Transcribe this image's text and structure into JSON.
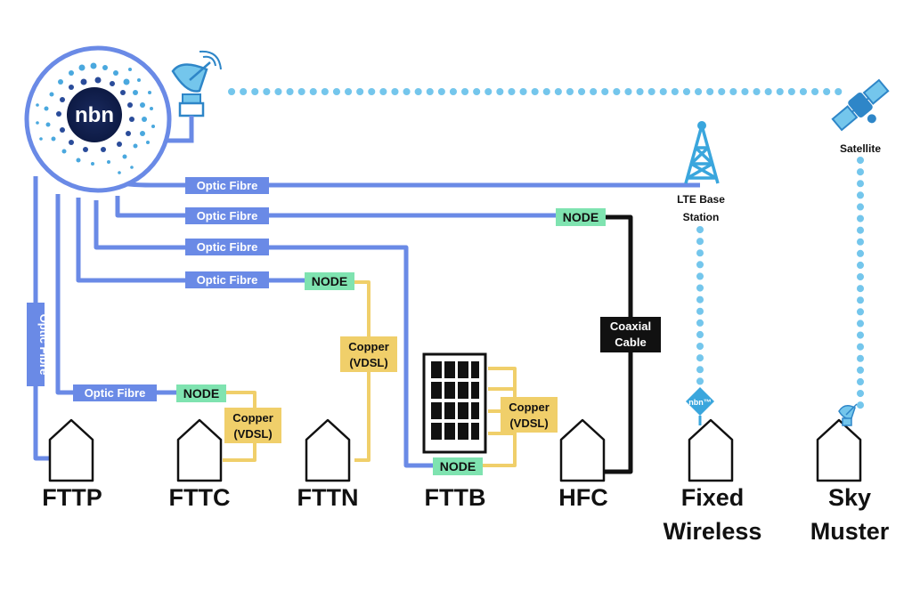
{
  "logo": {
    "text": "nbn"
  },
  "labels": {
    "optic_fibre": "Optic Fibre",
    "node": "NODE",
    "copper_line1": "Copper",
    "copper_line2": "(VDSL)",
    "coax_line1": "Coaxial",
    "coax_line2": "Cable",
    "lte_line1": "LTE Base",
    "lte_line2": "Station",
    "satellite": "Satellite",
    "nbn_tm": "nbn™"
  },
  "categories": {
    "fttp": "FTTP",
    "fttc": "FTTC",
    "fttn": "FTTN",
    "fttb": "FTTB",
    "hfc": "HFC",
    "fixed_wireless": [
      "Fixed",
      "Wireless"
    ],
    "sky_muster": [
      "Sky",
      "Muster"
    ]
  },
  "colors": {
    "fibre": "#6a8ae6",
    "dots": "#74c6ec",
    "copper": "#f0cf6a",
    "node": "#7fe3b0",
    "coax": "#111111",
    "tower": "#3aa6dd"
  }
}
